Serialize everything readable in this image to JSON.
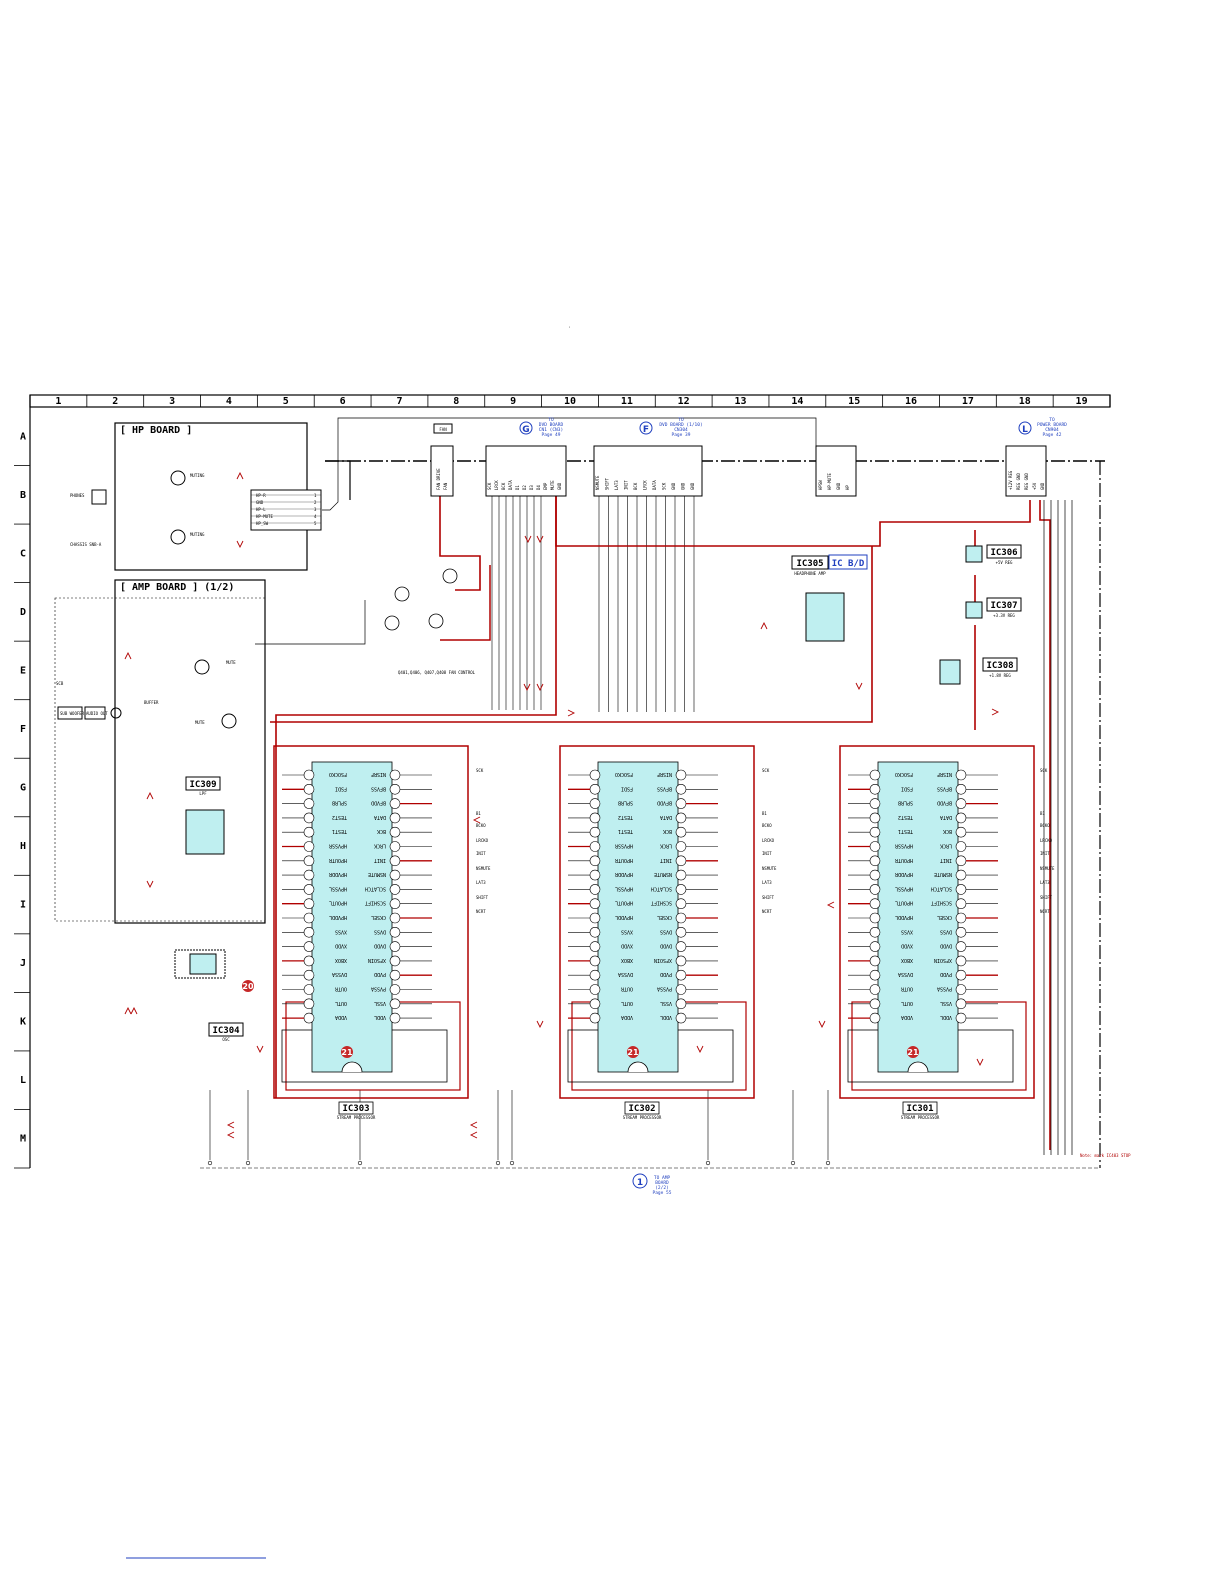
{
  "sheet": {
    "columns": [
      "1",
      "2",
      "3",
      "4",
      "5",
      "6",
      "7",
      "8",
      "9",
      "10",
      "11",
      "12",
      "13",
      "14",
      "15",
      "16",
      "17",
      "18",
      "19"
    ],
    "rows": [
      "A",
      "B",
      "C",
      "D",
      "E",
      "F",
      "G",
      "H",
      "I",
      "J",
      "K",
      "L",
      "M"
    ],
    "center_mark": "'"
  },
  "boards": {
    "hp": "[ HP BOARD ]",
    "amp": "[ AMP BOARD ] (1/2)"
  },
  "hp_board": {
    "jack_label": "PHONES",
    "chassis_label": "CHASSIS SNB-A",
    "muting_top": "MUTING",
    "muting_bottom": "MUTING",
    "connector_pins": [
      "HP-R",
      "GND",
      "HP-L",
      "HP-MUTE",
      "HP_SW"
    ],
    "connector_nums": [
      "1",
      "2",
      "3",
      "4",
      "5"
    ]
  },
  "amp_board": {
    "mute_top": "MUTE",
    "mute_bottom": "MUTE",
    "buffer": "BUFFER",
    "sub_woofer": "SUB WOOFER",
    "audio_out": "AUDIO OUT",
    "fan_note": "Q401,Q406, Q407,Q408 FAN CONTROL",
    "side_label": "SCB"
  },
  "connectors": {
    "fan": {
      "label": "FAN",
      "pins": [
        "FAN DRIVE",
        "FAN"
      ]
    },
    "g": {
      "letter": "G",
      "text": [
        "TO",
        "DVD BOARD",
        "CN1 (CN3)",
        "Page 49"
      ],
      "pins": [
        "SCK",
        "LRCK",
        "BCK",
        "DATA",
        "D1",
        "D2",
        "D3",
        "D4",
        "EMP",
        "MUTE",
        "GND"
      ]
    },
    "f": {
      "letter": "F",
      "text": [
        "TO",
        "DVD BOARD (1/10)",
        "CN304",
        "Page 39"
      ],
      "pins": [
        "NSMUTE",
        "SHIFT",
        "LAT3",
        "INIT",
        "BCK",
        "LRCK",
        "DATA",
        "SCK",
        "GND",
        "GND",
        "GND"
      ]
    },
    "mid": {
      "pins": [
        "HPSW",
        "HP-MUTE",
        "GND",
        "HP"
      ]
    },
    "l": {
      "letter": "L",
      "text": [
        "TO",
        "POWER BOARD",
        "CN904",
        "Page 42"
      ],
      "pins": [
        "+12V REG",
        "REG GND",
        "REG GND",
        "+5V",
        "GND"
      ]
    },
    "one": {
      "letter": "1",
      "text": [
        "TO AMP",
        "BOARD",
        "(2/2)",
        "Page 55"
      ]
    }
  },
  "ics": {
    "ic305": {
      "name": "IC305",
      "tag": "IC B/D",
      "sub": "HEADPHONE AMP"
    },
    "ic306": {
      "name": "IC306",
      "sub": "+5V REG"
    },
    "ic307": {
      "name": "IC307",
      "sub": "+3.3V REG"
    },
    "ic308": {
      "name": "IC308",
      "sub": "+1.8V REG"
    },
    "ic309": {
      "name": "IC309",
      "sub": "LPF"
    },
    "ic304": {
      "name": "IC304",
      "sub": "OSC"
    },
    "ic303": {
      "name": "IC303",
      "sub": "STREAM PROCESSOR"
    },
    "ic302": {
      "name": "IC302",
      "sub": "STREAM PROCESSOR"
    },
    "ic301": {
      "name": "IC301",
      "sub": "STREAM PROCESSOR"
    }
  },
  "stream_ic": {
    "left_pins": [
      "FSOCKO",
      "FSDI",
      "SPLRB",
      "TEST2",
      "TEST1",
      "HPVSSR",
      "HPOUTR",
      "HPVDDR",
      "HPVSSL",
      "HPOUTL",
      "HPVDDL",
      "XVSS",
      "XVDD",
      "XBOX",
      "DVSSA",
      "OUTR",
      "OUTL",
      "VDDA"
    ],
    "right_pins": [
      "NISRF",
      "BFVSS",
      "BFVDD",
      "DATA",
      "BCK",
      "LRCK",
      "INIT",
      "NSMUTE",
      "SCLATCH",
      "SCSHIFT",
      "CKSEL",
      "DVSS",
      "DVDD",
      "XFSOIN",
      "PVDD",
      "PVSSA",
      "VSSL",
      "VDDL"
    ],
    "marker": "21"
  },
  "signals_right": [
    "SCK",
    "B1",
    "BCKO",
    "LRCKO",
    "INIT",
    "NSMUTE",
    "LAT3",
    "SHIFT",
    "NCRT"
  ],
  "markers": {
    "ic304_marker": "20"
  },
  "footer_note": "Note: mark IC403 STOP",
  "link_text": "",
  "colors": {
    "wire": "#000000",
    "power": "#b00000",
    "ic_fill": "#bfeff0",
    "connector_blue": "#1f3fbf",
    "frame": "#000000",
    "marker_red": "#c62828"
  }
}
